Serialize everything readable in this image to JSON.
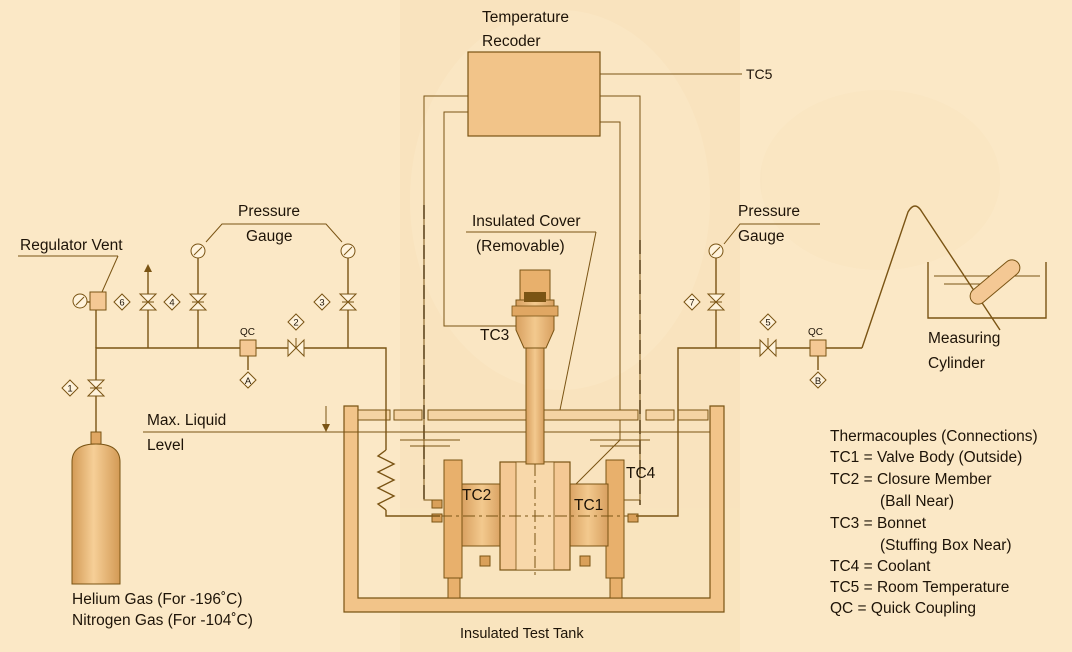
{
  "labels": {
    "temperature": "Temperature",
    "recoder": "Recoder",
    "tc5": "TC5",
    "pressure_left": "Pressure",
    "gauge_left": "Gauge",
    "pressure_right": "Pressure",
    "gauge_right": "Gauge",
    "regulator_vent": "Regulator Vent",
    "insulated_cover": "Insulated Cover",
    "removable": "(Removable)",
    "measuring": "Measuring",
    "cylinder": "Cylinder",
    "max_liquid": "Max. Liquid",
    "level": "Level",
    "tc3": "TC3",
    "tc2": "TC2",
    "tc1": "TC1",
    "tc4": "TC4",
    "helium": "Helium Gas (For -196˚C)",
    "nitrogen": "Nitrogen Gas (For -104˚C)",
    "tank": "Insulated Test Tank",
    "qc_left": "QC",
    "qc_right": "QC",
    "qc_a": "A",
    "qc_b": "B"
  },
  "valve_numbers": [
    "1",
    "2",
    "3",
    "4",
    "5",
    "6",
    "7"
  ],
  "legend": {
    "title": "Thermacouples (Connections)",
    "items": [
      "TC1 = Valve Body (Outside)",
      "TC2 = Closure Member",
      "(Ball Near)",
      "TC3 = Bonnet",
      "(Stuffing Box Near)",
      "TC4 = Coolant",
      "TC5 = Room Temperature",
      "QC = Quick Coupling"
    ]
  },
  "colors": {
    "background": "#fbe8c6",
    "equipment": "#f2c489",
    "equipment_dark": "#d9a05a",
    "line": "#7a5414",
    "text": "#1e1408"
  }
}
